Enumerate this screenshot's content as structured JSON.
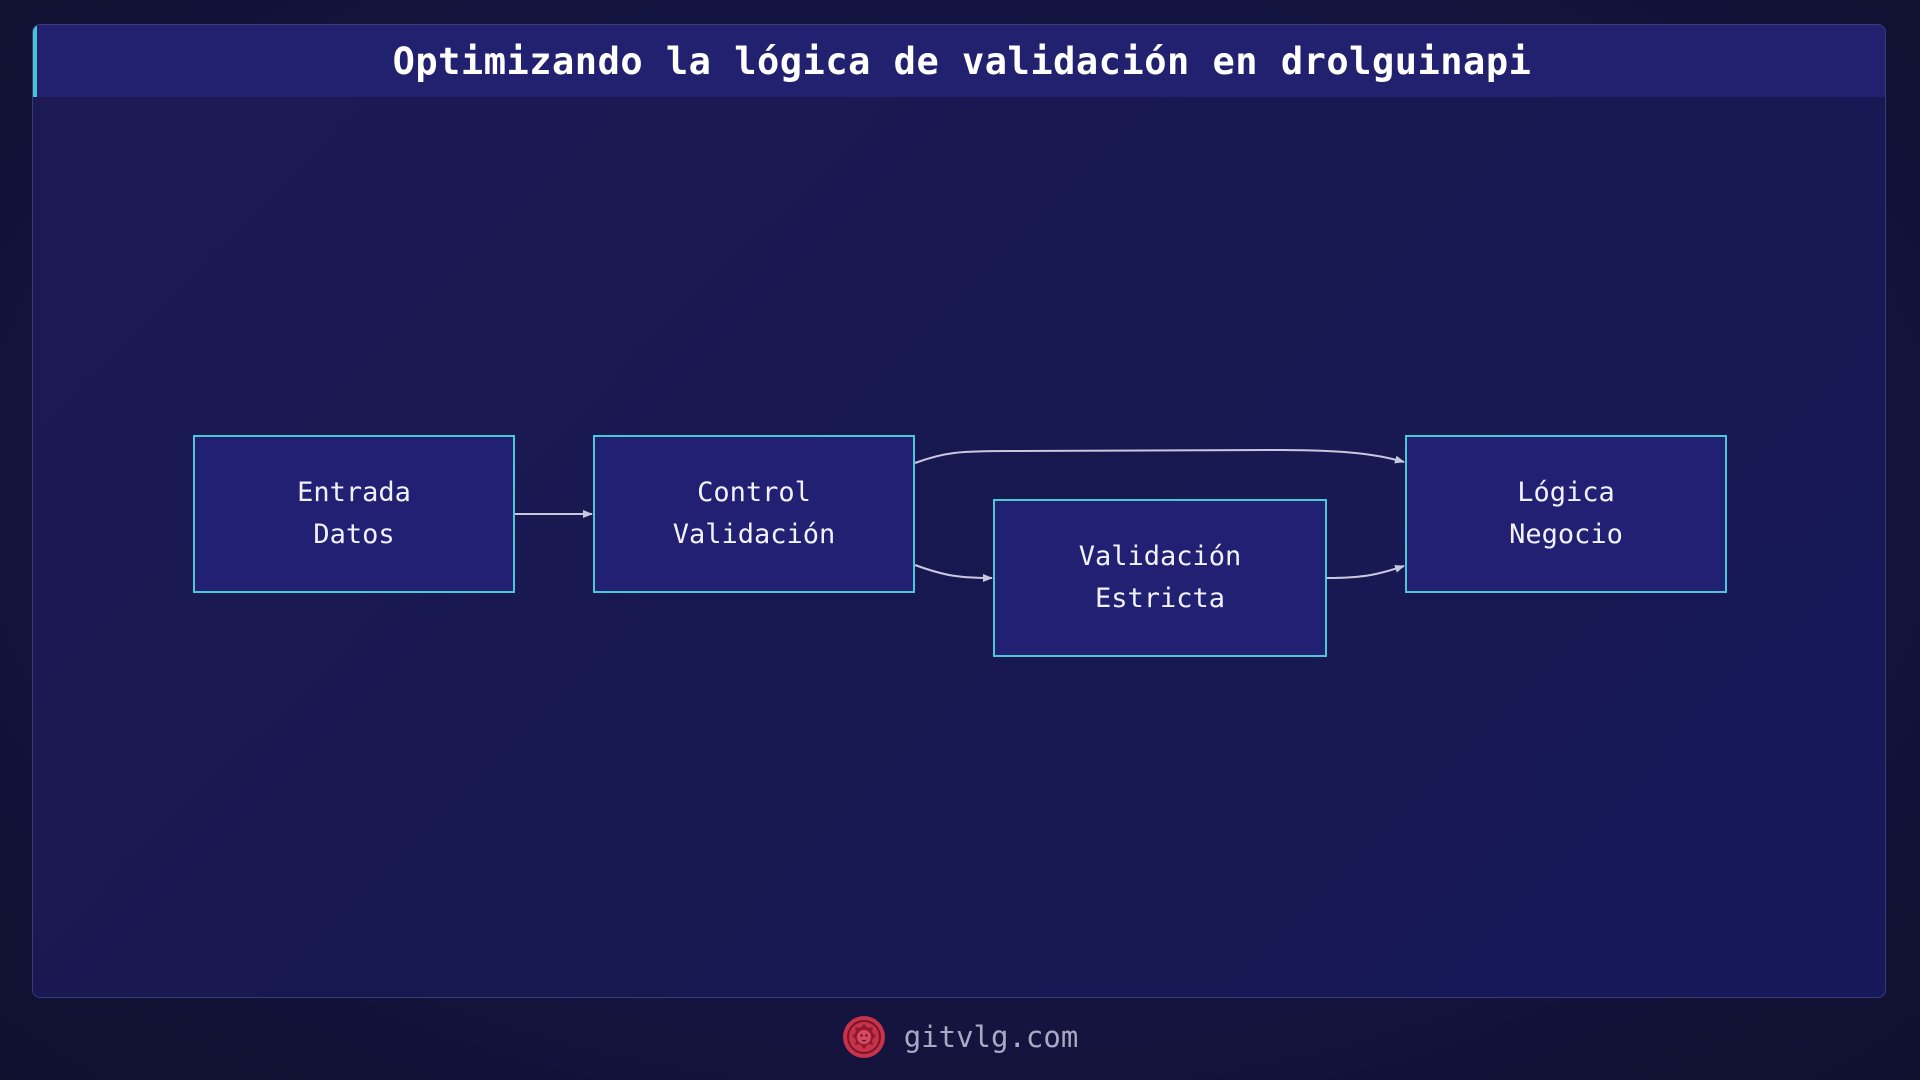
{
  "title": "Optimizando la lógica de validación en drolguinapi",
  "nodes": {
    "entrada": "Entrada\nDatos",
    "control": "Control\nValidación",
    "estricta": "Validación\nEstricta",
    "negocio": "Lógica\nNegocio"
  },
  "footer": {
    "site": "gitvlg.com",
    "logo_icon": "lion-logo-icon"
  },
  "colors": {
    "background": "#121238",
    "panel": "#1a1a55",
    "title_bar": "#22216f",
    "accent": "#44c4d4",
    "node_fill": "#222073",
    "node_border": "#4cc7d6",
    "edge": "#c8c8e0",
    "logo": "#c8324a"
  }
}
